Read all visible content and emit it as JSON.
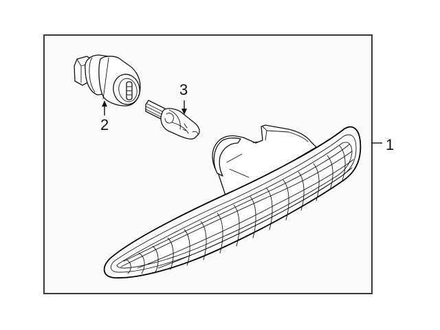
{
  "diagram": {
    "type": "exploded-parts-diagram",
    "subject": "side marker lamp assembly",
    "frame": {
      "stroke_color": "#3a3a3a",
      "fill_color": "#fbfbfb"
    },
    "callouts": [
      {
        "number": "1",
        "part": "lamp assembly (housing and lens)",
        "position": "right of frame"
      },
      {
        "number": "2",
        "part": "bulb socket",
        "position": "below socket, arrow up"
      },
      {
        "number": "3",
        "part": "wedge bulb",
        "position": "above bulb, arrow down"
      }
    ]
  }
}
